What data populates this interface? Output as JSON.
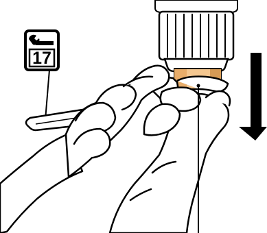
{
  "badge": {
    "text": "17",
    "icon": "wrench-icon",
    "icon_color": "#000000",
    "text_color": "#000000",
    "frame_color": "#000000"
  },
  "colors": {
    "line": "#000000",
    "fill": "#ffffff",
    "part_light": "#f4c790",
    "part_dark": "#d59a55",
    "knurl_fill": "#ffffff"
  },
  "arrow": {
    "direction": "down",
    "color": "#000000"
  },
  "callout": {
    "target": "nut-part",
    "color": "#000000"
  }
}
